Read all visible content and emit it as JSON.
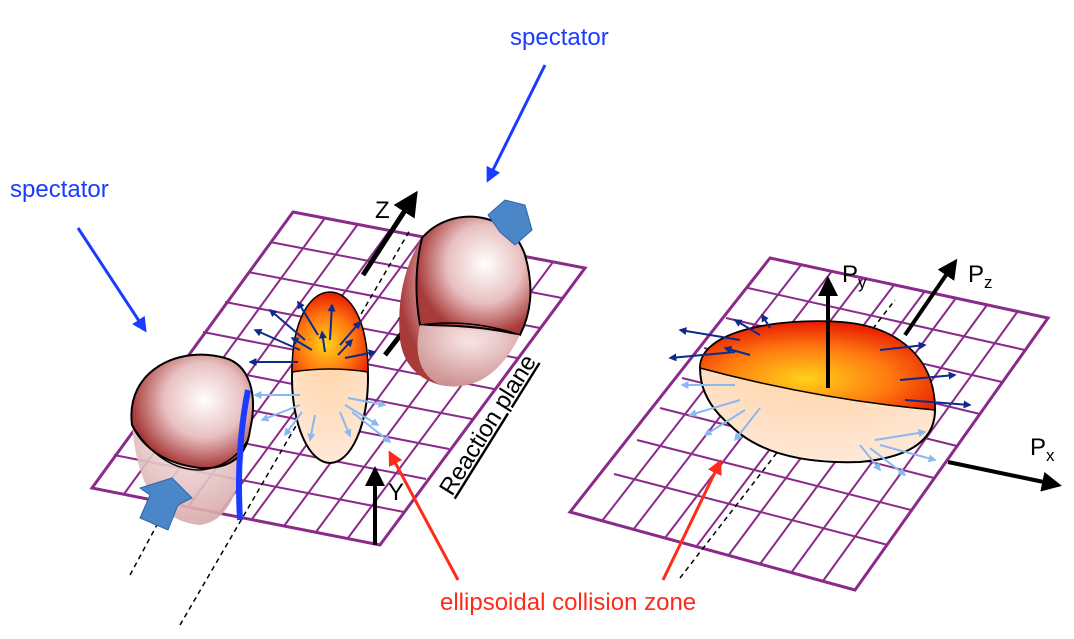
{
  "labels": {
    "spectator_top": "spectator",
    "spectator_left": "spectator",
    "reaction_plane": "Reaction plane",
    "collision_zone": "ellipsoidal collision zone",
    "axis_z": "Z",
    "axis_y": "Y",
    "axis_py": "P",
    "axis_py_sub": "y",
    "axis_pz": "P",
    "axis_pz_sub": "z",
    "axis_px": "P",
    "axis_px_sub": "x"
  },
  "colors": {
    "grid": "#8a2a8a",
    "spectator_label": "#1a3cff",
    "collision_label": "#ff2a1a",
    "dark_arrow": "#0d2a8c",
    "light_arrow": "#8ab8f0",
    "spectator_fill": "#b04040",
    "ellipsoid_fill": "#ff5a10",
    "push_arrow": "#4a86c8"
  }
}
